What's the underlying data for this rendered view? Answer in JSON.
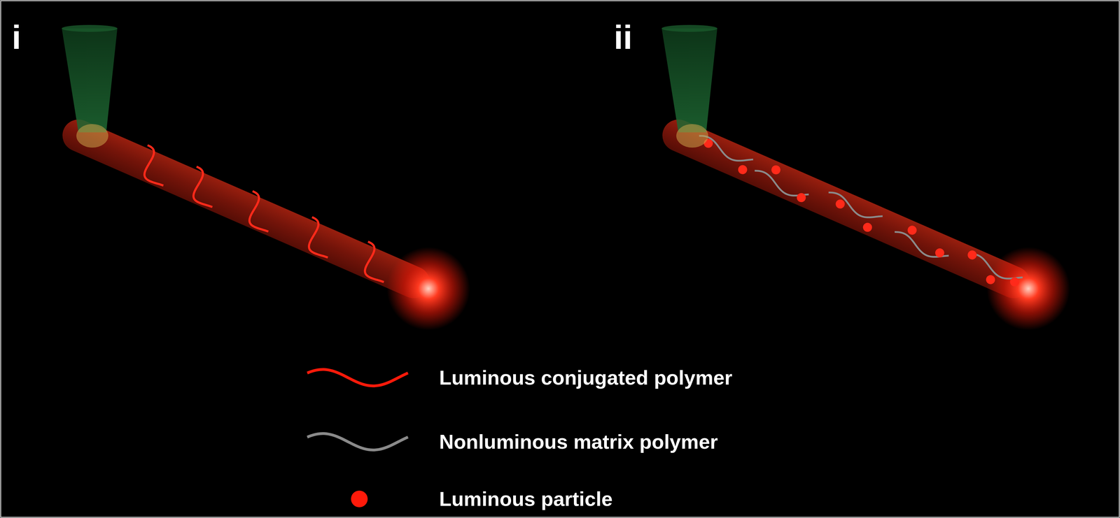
{
  "diagram": {
    "labels": [
      "i",
      "ii"
    ],
    "legend": [
      {
        "text": "Luminous conjugated polymer"
      },
      {
        "text": "Nonluminous matrix polymer"
      },
      {
        "text": "Luminous particle"
      }
    ]
  }
}
